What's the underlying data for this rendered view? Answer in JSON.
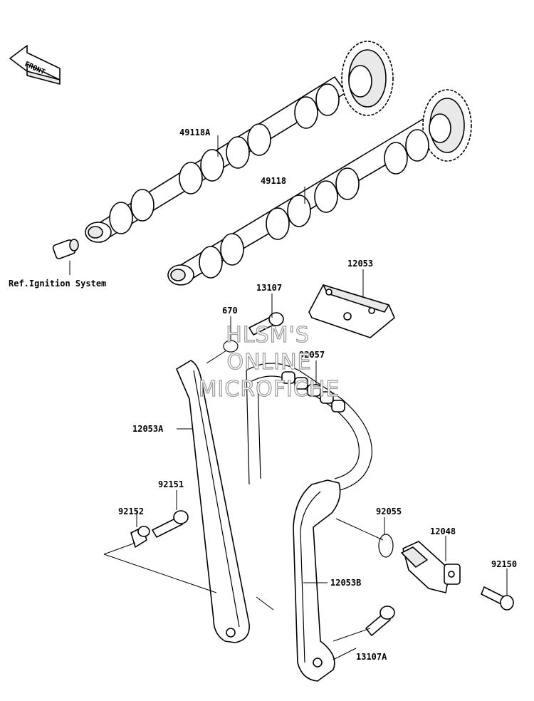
{
  "diagram": {
    "orientation_label": "FRONT",
    "watermark": [
      "HLSM'S",
      "ONLINE",
      "MICROFICHE"
    ],
    "reference_note": "Ref.Ignition System",
    "part_labels": [
      {
        "id": "exhaust-camshaft",
        "text": "49118A"
      },
      {
        "id": "intake-camshaft",
        "text": "49118"
      },
      {
        "id": "cam-chain-guide-upper",
        "text": "12053"
      },
      {
        "id": "bolt-13107",
        "text": "13107"
      },
      {
        "id": "oring-670",
        "text": "670"
      },
      {
        "id": "cam-chain",
        "text": "92057"
      },
      {
        "id": "chain-guide-front",
        "text": "12053A"
      },
      {
        "id": "bolt-92151",
        "text": "92151"
      },
      {
        "id": "collar-92152",
        "text": "92152"
      },
      {
        "id": "oring-92055",
        "text": "92055"
      },
      {
        "id": "tensioner-12048",
        "text": "12048"
      },
      {
        "id": "bolt-92150",
        "text": "92150"
      },
      {
        "id": "chain-guide-rear",
        "text": "12053B"
      },
      {
        "id": "bolt-13107a",
        "text": "13107A"
      }
    ]
  }
}
